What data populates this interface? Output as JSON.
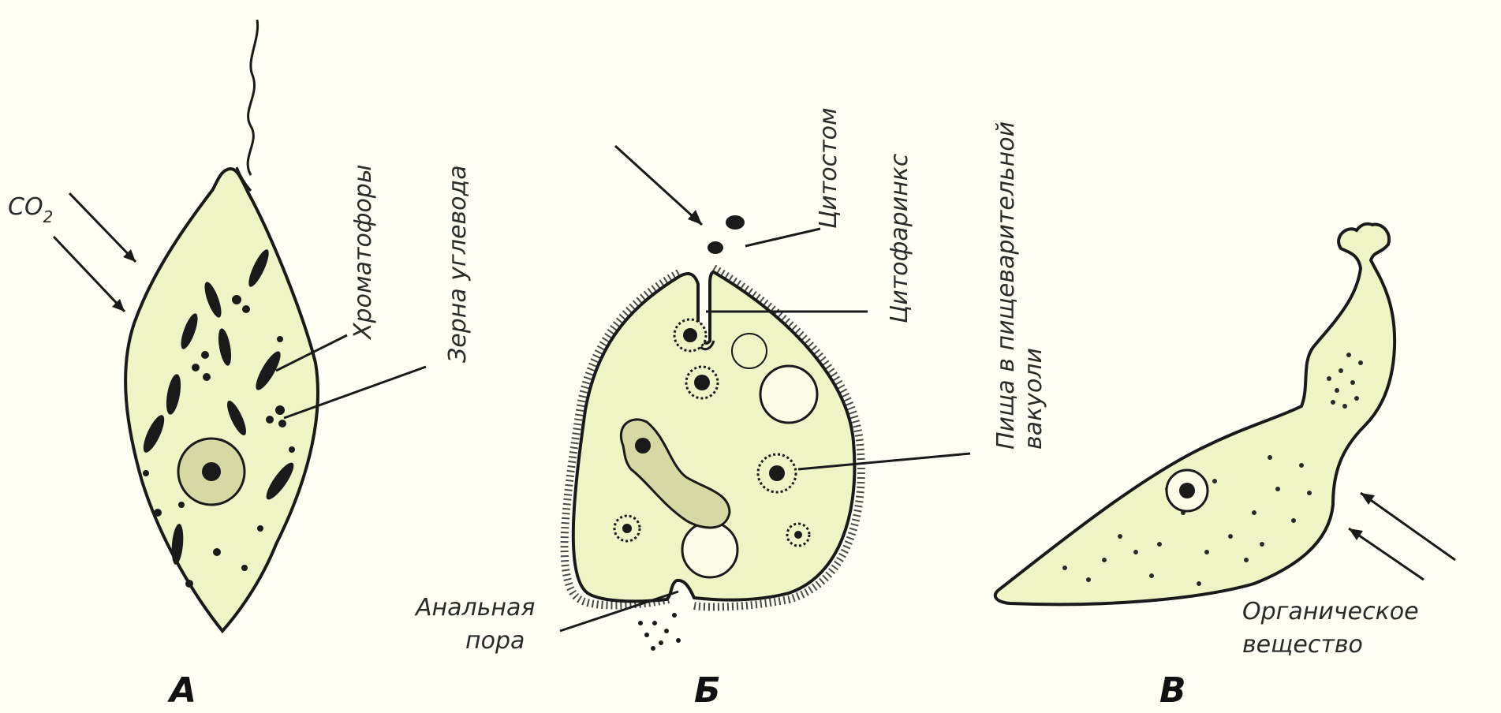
{
  "panels": [
    {
      "id": "A",
      "letter": "А",
      "labels": {
        "co2_main": "CO",
        "co2_sub": "2",
        "chromatophores": "Хроматофоры",
        "carb_grains": "Зерна углевода"
      }
    },
    {
      "id": "B",
      "letter": "Б",
      "labels": {
        "cytostome": "Цитостом",
        "cytopharynx": "Цитофаринкс",
        "food_vacuole_line1": "Пища в пищеварительной",
        "food_vacuole_line2": "вакуоли",
        "anal_pore_line1": "Анальная",
        "anal_pore_line2": "пора"
      }
    },
    {
      "id": "C",
      "letter": "В",
      "labels": {
        "organic_line1": "Органическое",
        "organic_line2": "вещество"
      }
    }
  ],
  "colors": {
    "background": "#fefef4",
    "cell_fill": "#eef4c6",
    "ink": "#1a1a1a"
  }
}
